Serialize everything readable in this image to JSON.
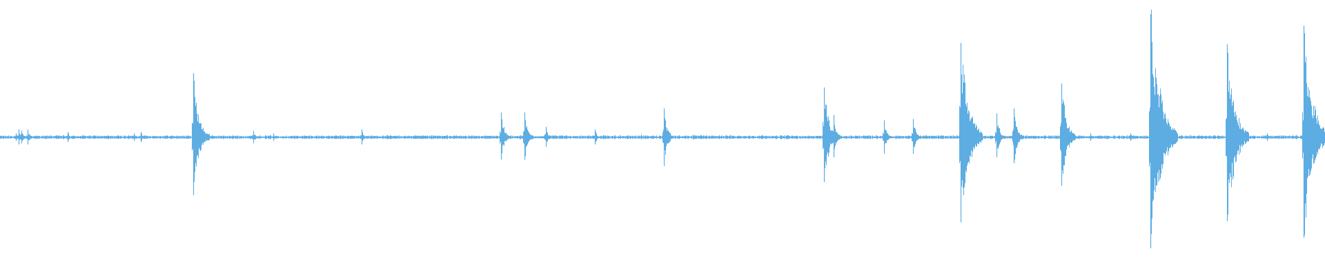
{
  "waveform": {
    "color": "#5dade2",
    "background": "#ffffff",
    "sample_density": "dense",
    "baseline_noise": 0.012,
    "note": "",
    "peaks": [
      {
        "t": 0.012,
        "amp": 0.03
      },
      {
        "t": 0.014,
        "amp": 0.06
      },
      {
        "t": 0.016,
        "amp": 0.05
      },
      {
        "t": 0.021,
        "amp": 0.06
      },
      {
        "t": 0.051,
        "amp": 0.04
      },
      {
        "t": 0.101,
        "amp": 0.03
      },
      {
        "t": 0.106,
        "amp": 0.04
      },
      {
        "t": 0.146,
        "amp": 0.49
      },
      {
        "t": 0.191,
        "amp": 0.05
      },
      {
        "t": 0.206,
        "amp": 0.03
      },
      {
        "t": 0.273,
        "amp": 0.06
      },
      {
        "t": 0.378,
        "amp": 0.19
      },
      {
        "t": 0.396,
        "amp": 0.19
      },
      {
        "t": 0.412,
        "amp": 0.08
      },
      {
        "t": 0.449,
        "amp": 0.06
      },
      {
        "t": 0.484,
        "amp": 0.02
      },
      {
        "t": 0.501,
        "amp": 0.22
      },
      {
        "t": 0.523,
        "amp": 0.02
      },
      {
        "t": 0.622,
        "amp": 0.38
      },
      {
        "t": 0.629,
        "amp": 0.17
      },
      {
        "t": 0.667,
        "amp": 0.13
      },
      {
        "t": 0.689,
        "amp": 0.14
      },
      {
        "t": 0.725,
        "amp": 0.72
      },
      {
        "t": 0.752,
        "amp": 0.17
      },
      {
        "t": 0.765,
        "amp": 0.22
      },
      {
        "t": 0.801,
        "amp": 0.41
      },
      {
        "t": 0.823,
        "amp": 0.03
      },
      {
        "t": 0.853,
        "amp": 0.03
      },
      {
        "t": 0.868,
        "amp": 0.94
      },
      {
        "t": 0.926,
        "amp": 0.71
      },
      {
        "t": 0.956,
        "amp": 0.03
      },
      {
        "t": 0.984,
        "amp": 0.85
      },
      {
        "t": 0.988,
        "amp": 0.25
      }
    ]
  }
}
